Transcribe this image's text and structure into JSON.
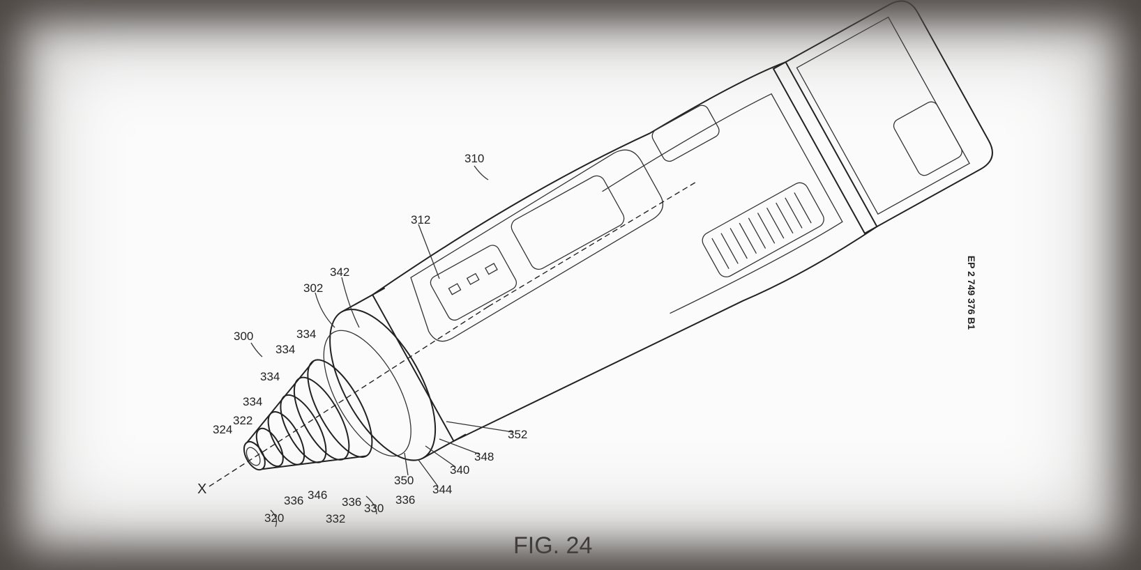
{
  "figure": {
    "caption": "FIG. 24",
    "publication_number": "EP 2 749 376 B1",
    "axis_label": "X",
    "reference_numerals": {
      "n310": "310",
      "n312": "312",
      "n342": "342",
      "n302": "302",
      "n300": "300",
      "n334a": "334",
      "n334b": "334",
      "n334c": "334",
      "n334d": "334",
      "n322": "322",
      "n324": "324",
      "n336a": "336",
      "n346": "346",
      "n332": "332",
      "n336b": "336",
      "n330": "330",
      "n336c": "336",
      "n350": "350",
      "n344": "344",
      "n340": "340",
      "n348": "348",
      "n352": "352",
      "n320": "320"
    }
  }
}
